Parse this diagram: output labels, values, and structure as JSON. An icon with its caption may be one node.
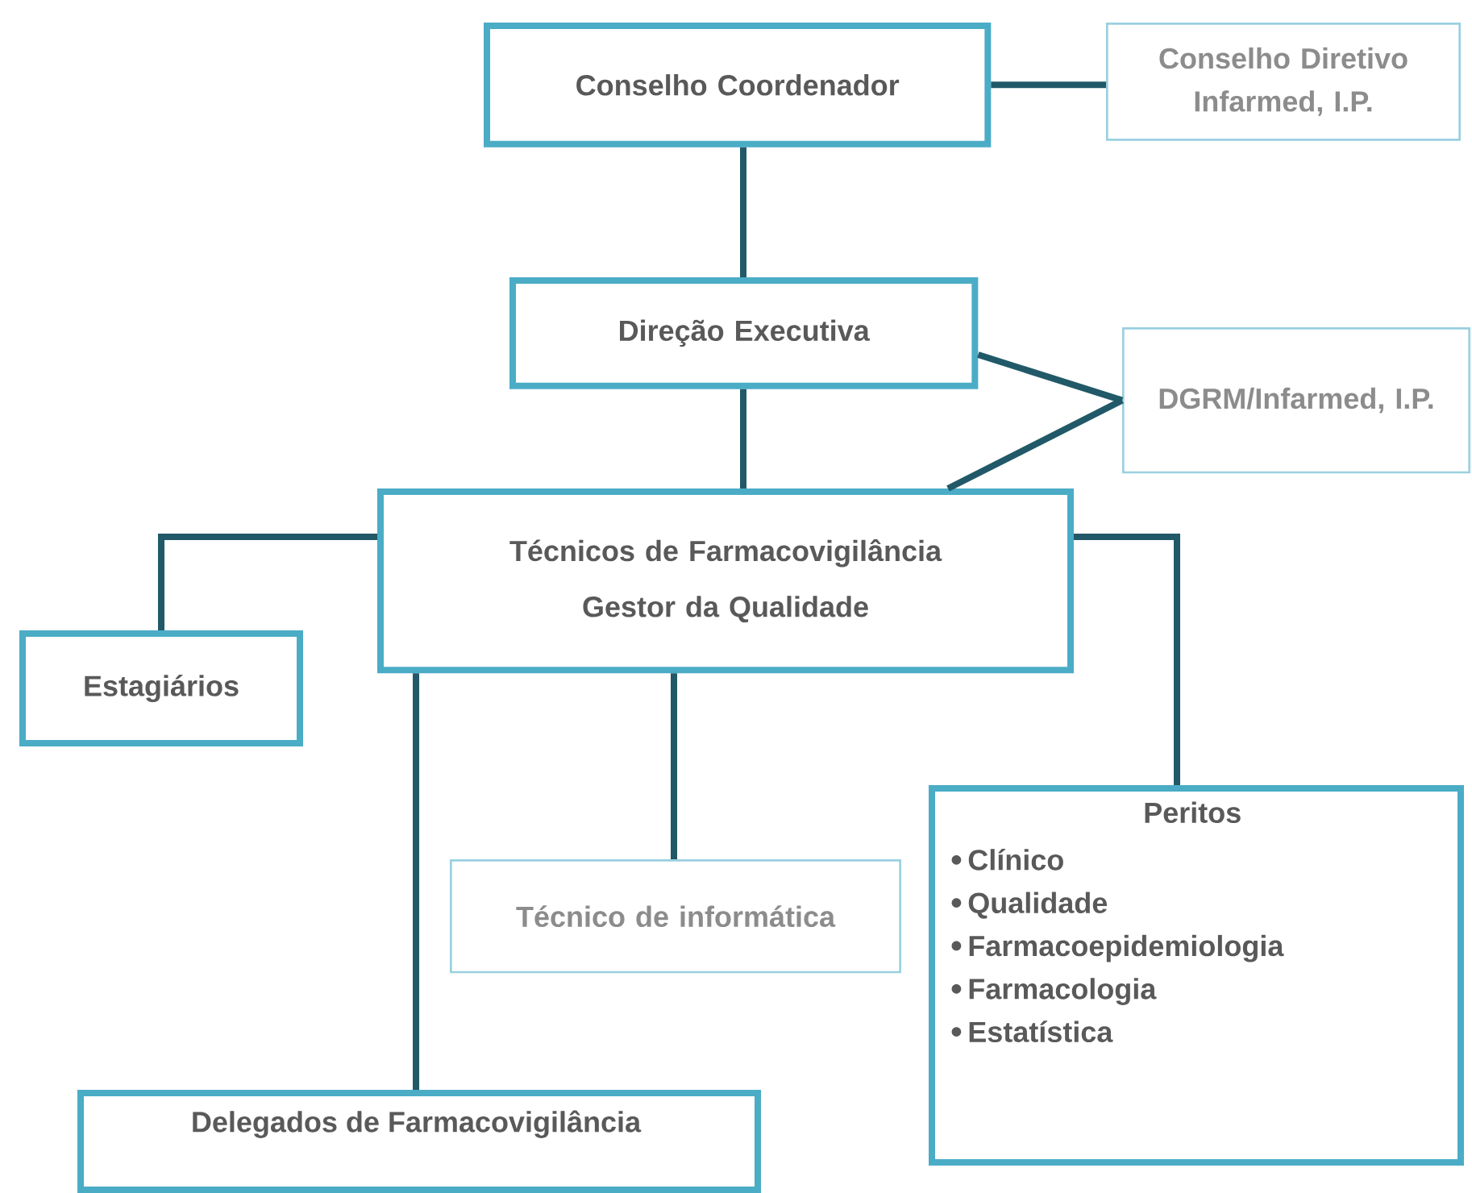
{
  "diagram": {
    "nodes": [
      {
        "text": [
          "Conselho Coordenador"
        ]
      },
      {
        "text": [
          "Conselho Diretivo Infarmed, I.P."
        ]
      },
      {
        "text": [
          "Direção Executiva"
        ]
      },
      {
        "text": [
          "DGRM/Infarmed, I.P."
        ]
      },
      {
        "text": [
          "Técnicos de Farmacovigilância",
          "Gestor da Qualidade"
        ]
      },
      {
        "text": [
          "Estagiários"
        ]
      },
      {
        "text": [
          "Técnico de informática"
        ]
      },
      {
        "text": [
          "Peritos",
          "Clínico",
          "Qualidade",
          "Farmacoepidemiologia",
          "Farmacologia",
          "Estatística"
        ]
      },
      {
        "text": [
          "Delegados de Farmacovigilância"
        ]
      }
    ],
    "edges": [
      {
        "from": 0,
        "to": 1,
        "arrow": "none"
      },
      {
        "from": 0,
        "to": 2,
        "arrow": "none"
      },
      {
        "from": 2,
        "to": 4,
        "arrow": "none"
      },
      {
        "from": 2,
        "to": 3,
        "arrow": "none"
      },
      {
        "from": 3,
        "to": 4,
        "arrow": "none"
      },
      {
        "from": 4,
        "to": 5,
        "arrow": "none"
      },
      {
        "from": 4,
        "to": 8,
        "arrow": "none"
      },
      {
        "from": 4,
        "to": 6,
        "arrow": "none"
      },
      {
        "from": 4,
        "to": 7,
        "arrow": "none"
      }
    ]
  }
}
